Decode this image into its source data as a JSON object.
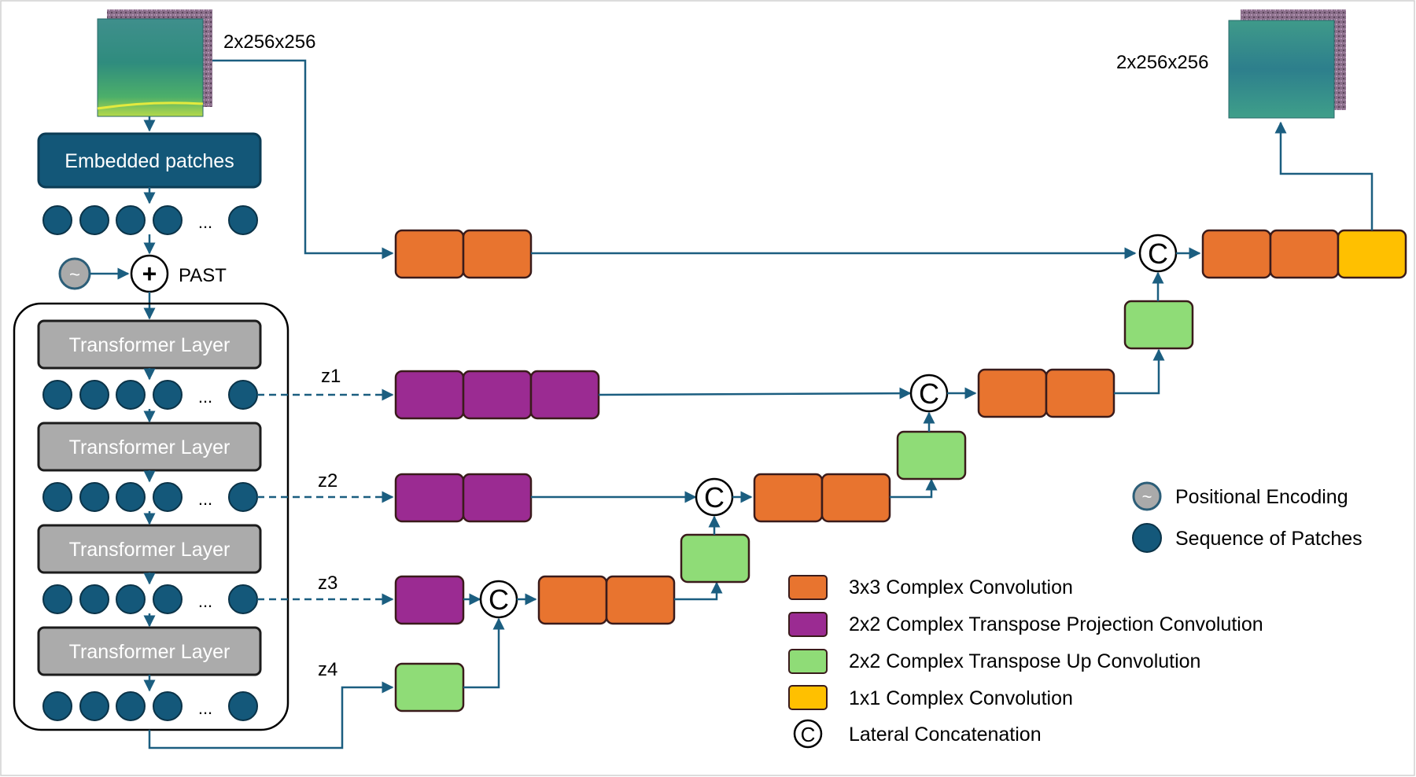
{
  "input": {
    "size_label": "2x256x256"
  },
  "output": {
    "size_label": "2x256x256"
  },
  "encoder": {
    "embed_label": "Embedded patches",
    "add_symbol": "+",
    "add_label": "PAST",
    "posenc_symbol": "~",
    "ellipsis": "...",
    "layer_label": "Transformer Layer"
  },
  "taps": {
    "z1": "z1",
    "z2": "z2",
    "z3": "z3",
    "z4": "z4"
  },
  "concat_symbol": "C",
  "legend": {
    "positional_encoding": "Positional Encoding",
    "sequence_of_patches": "Sequence of Patches",
    "conv3x3": "3x3 Complex Convolution",
    "transpose_proj": "2x2 Complex Transpose Projection Convolution",
    "transpose_up": "2x2 Complex Transpose Up Convolution",
    "conv1x1": "1x1 Complex Convolution",
    "lateral_concat": "Lateral Concatenation"
  },
  "colors": {
    "orange": "#e8742f",
    "purple": "#9b2b92",
    "green": "#8fdc77",
    "yellow": "#ffc000",
    "dark_blue": "#135778",
    "token": "#14587a",
    "line": "#1b5e80",
    "gray": "#ababab",
    "border": "#3a1b1b"
  }
}
